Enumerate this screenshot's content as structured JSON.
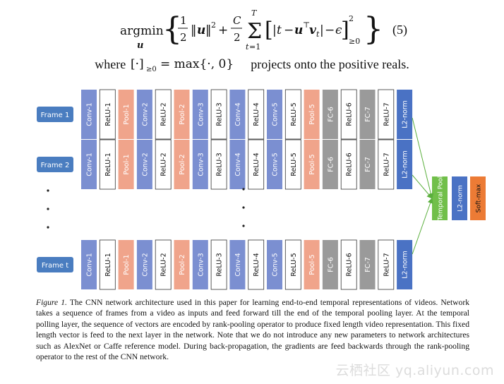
{
  "equation": {
    "number": "(5)"
  },
  "where_line": {
    "prefix": "where",
    "suffix": "projects onto the positive reals."
  },
  "frames": [
    {
      "label": "Frame 1"
    },
    {
      "label": "Frame 2"
    },
    {
      "label": "Frame t"
    }
  ],
  "layers": [
    {
      "label": "Conv-1",
      "kind": "conv"
    },
    {
      "label": "ReLU-1",
      "kind": "relu"
    },
    {
      "label": "Pool-1",
      "kind": "pool"
    },
    {
      "label": "Conv-2",
      "kind": "conv"
    },
    {
      "label": "ReLU-2",
      "kind": "relu"
    },
    {
      "label": "Pool-2",
      "kind": "pool"
    },
    {
      "label": "Conv-3",
      "kind": "conv"
    },
    {
      "label": "ReLU-3",
      "kind": "relu"
    },
    {
      "label": "Conv-4",
      "kind": "conv"
    },
    {
      "label": "ReLU-4",
      "kind": "relu"
    },
    {
      "label": "Conv-5",
      "kind": "conv"
    },
    {
      "label": "ReLU-5",
      "kind": "relu"
    },
    {
      "label": "Pool-5",
      "kind": "pool"
    },
    {
      "label": "FC-6",
      "kind": "fc"
    },
    {
      "label": "ReLU-6",
      "kind": "relu"
    },
    {
      "label": "FC-7",
      "kind": "fc"
    },
    {
      "label": "ReLU-7",
      "kind": "relu"
    },
    {
      "label": "L2-norm",
      "kind": "conv"
    }
  ],
  "post": [
    {
      "label": "Temporal Pool",
      "kind": "tpool"
    },
    {
      "label": "L2-norm",
      "kind": "conv"
    },
    {
      "label": "Soft-max",
      "kind": "softmax"
    }
  ],
  "colors": {
    "conv": "#7b8fd1",
    "relu": "#ffffff",
    "pool": "#f0a48b",
    "fc": "#9a9a9a",
    "tpool": "#71bf4a",
    "l2": "#4a72c4",
    "softmax": "#ec7b35",
    "frame": "#4a7dc0"
  },
  "caption": {
    "label": "Figure 1.",
    "text": "The CNN network architecture used in this paper for learning end-to-end temporal representations of videos. Network takes a sequence of frames from a video as inputs and feed forward till the end of the temporal pooling layer. At the temporal polling layer, the sequence of vectors are encoded by rank-pooling operator to produce fixed length video representation. This fixed length vector is feed to the next layer in the network. Note that we do not introduce any new parameters to network architectures such as AlexNet or Caffe reference model. During back-propagation, the gradients are feed backwards through the rank-pooling operator to the rest of the CNN network."
  },
  "watermark": "云栖社区 yq.aliyun.com"
}
